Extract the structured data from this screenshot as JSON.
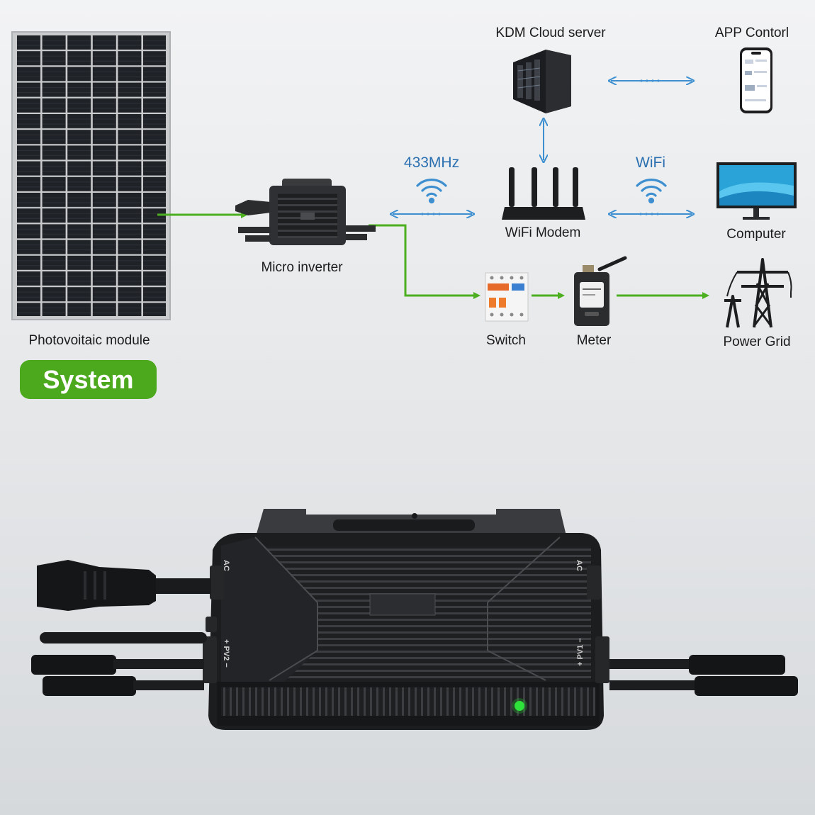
{
  "labels": {
    "pv_module": "Photovoitaic module",
    "micro_inverter": "Micro inverter",
    "cloud_server": "KDM Cloud server",
    "app_control": "APP Contorl",
    "wifi_modem": "WiFi Modem",
    "computer": "Computer",
    "switch": "Switch",
    "meter": "Meter",
    "power_grid": "Power Grid",
    "freq_433": "433MHz",
    "freq_wifi": "WiFi",
    "system_badge": "System"
  },
  "product": {
    "ports": {
      "ac_left": "AC",
      "ac_right": "AC",
      "pv1": "+ PV1 −",
      "pv2": "+ PV2 −"
    }
  },
  "colors": {
    "power_line": "#4caf1f",
    "signal_line": "#3d8fd0",
    "badge": "#4ca81d"
  }
}
